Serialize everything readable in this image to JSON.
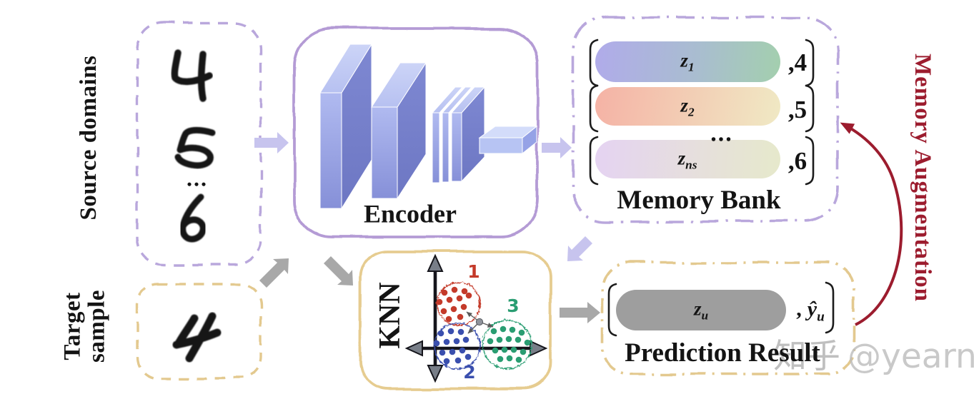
{
  "labels": {
    "source_domains": "Source domains",
    "target_line1": "Target",
    "target_line2": "sample",
    "encoder": "Encoder",
    "memory_bank": "Memory Bank",
    "knn": "KNN",
    "prediction_result": "Prediction Result",
    "memory_augmentation": "Memory Augmentation",
    "ellipsis": "..."
  },
  "source_digits": [
    "4",
    "5",
    "6"
  ],
  "target_digit": "4",
  "memory_rows": [
    {
      "z": "z",
      "z_sub": "1",
      "tag": ",4"
    },
    {
      "z": "z",
      "z_sub": "2",
      "tag": ",5"
    },
    {
      "z": "z",
      "z_sub": "ns",
      "tag": ",6"
    }
  ],
  "prediction_row": {
    "z": "z",
    "z_sub": "u",
    "comma": ",",
    "yhat": "ŷ",
    "yhat_sub": "u"
  },
  "knn": {
    "clusters": [
      {
        "label": "1"
      },
      {
        "label": "2"
      },
      {
        "label": "3"
      }
    ]
  },
  "watermark": {
    "cjk": "知乎",
    "handle": "@yearn"
  },
  "colors": {
    "purple_border": "#b9a7dc",
    "purple_strong": "#b49bd5",
    "tan_border": "#e3c98f",
    "tan_strong": "#e6cc90",
    "dark_red": "#9c1c2e",
    "gray_arrow": "#a8a8a8",
    "purple_arrow": "#c7c4ee",
    "pill1_left": "#b0abea",
    "pill1_mid": "#a9bdd0",
    "pill1_right": "#a3cfae",
    "pill2_left": "#f5b2a5",
    "pill2_right": "#f0e9c4",
    "pill3_left": "#e5d3f2",
    "pill3_right": "#e6e9cb",
    "prediction_pill": "#9e9e9e",
    "cluster1": "#c43a2a",
    "cluster2": "#3a4fae",
    "cluster3": "#2a9d72",
    "watermark_gray": "#b0b0b0"
  }
}
